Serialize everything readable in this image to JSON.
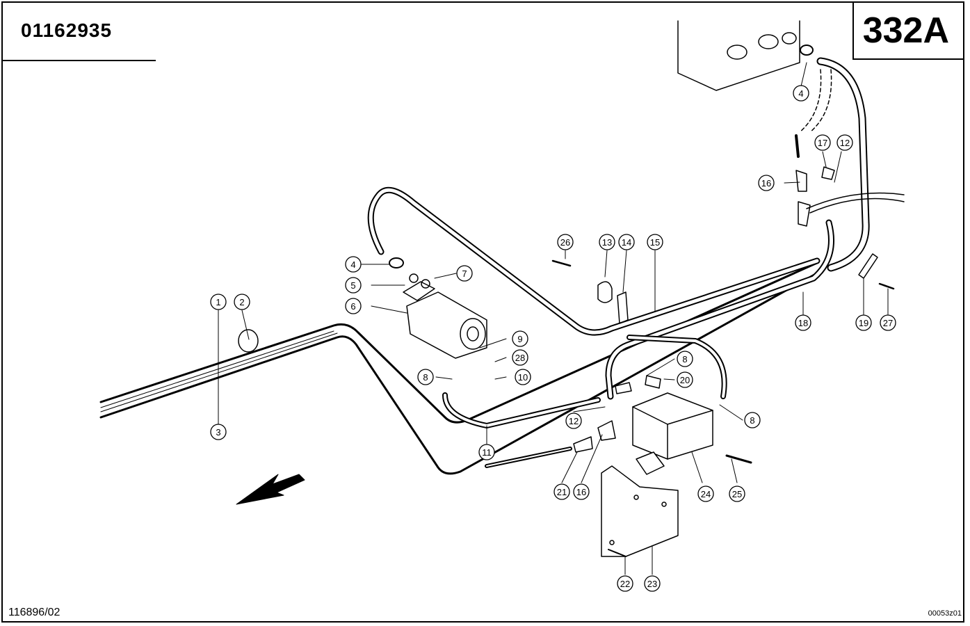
{
  "header": {
    "part_number": "01162935",
    "group_code": "332A"
  },
  "footer": {
    "drawing_ref": "116896/02",
    "sheet_ref": "00053z01"
  },
  "callouts": [
    "1",
    "2",
    "3",
    "4",
    "4",
    "5",
    "6",
    "7",
    "8",
    "8",
    "8",
    "9",
    "10",
    "11",
    "12",
    "12",
    "13",
    "14",
    "15",
    "16",
    "16",
    "17",
    "18",
    "19",
    "20",
    "21",
    "22",
    "23",
    "24",
    "25",
    "26",
    "27",
    "28"
  ]
}
